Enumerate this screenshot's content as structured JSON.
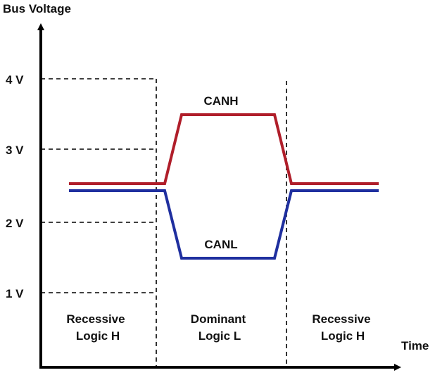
{
  "chart_data": {
    "type": "line",
    "ylabel": "Bus Voltage",
    "xlabel": "Time",
    "y_ticks": [
      "1 V",
      "2 V",
      "3 V",
      "4 V"
    ],
    "series": [
      {
        "name": "CANH",
        "color": "#b01e2a",
        "points": [
          [
            0.1,
            2.5
          ],
          [
            0.44,
            2.5
          ],
          [
            0.5,
            3.5
          ],
          [
            0.83,
            3.5
          ],
          [
            0.89,
            2.5
          ],
          [
            1.2,
            2.5
          ]
        ]
      },
      {
        "name": "CANL",
        "color": "#1f2f9f",
        "points": [
          [
            0.1,
            2.5
          ],
          [
            0.44,
            2.5
          ],
          [
            0.5,
            1.5
          ],
          [
            0.83,
            1.5
          ],
          [
            0.89,
            2.5
          ],
          [
            1.2,
            2.5
          ]
        ]
      }
    ],
    "regions": [
      {
        "line1": "Recessive",
        "line2": "Logic H"
      },
      {
        "line1": "Dominant",
        "line2": "Logic L"
      },
      {
        "line1": "Recessive",
        "line2": "Logic H"
      }
    ]
  }
}
